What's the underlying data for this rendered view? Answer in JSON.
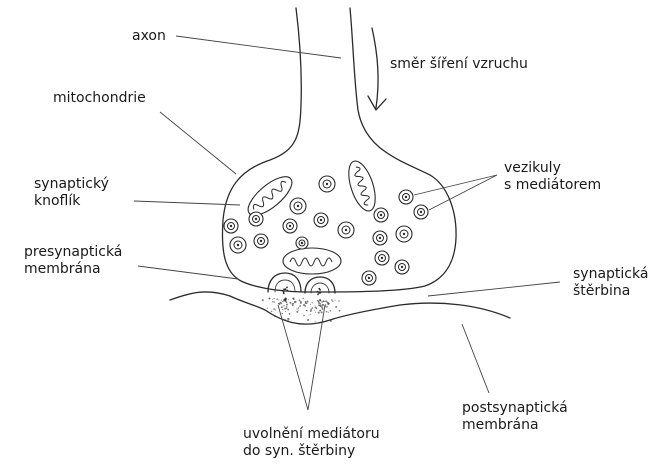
{
  "labels": {
    "axon": "axon",
    "direction": "směr šíření vzruchu",
    "mitochondria": "mitochondrie",
    "bouton": "synaptický\nknoflík",
    "vesicles": "vezikuly\ns mediátorem",
    "presynaptic": "presynaptická\nmembrána",
    "cleft": "synaptická\nštěrbina",
    "postsynaptic": "postsynaptická\nmembrána",
    "release": "uvolnění mediátoru\ndo syn. štěrbiny"
  },
  "colors": {
    "ink": "#2a2a2a",
    "background": "#ffffff"
  }
}
